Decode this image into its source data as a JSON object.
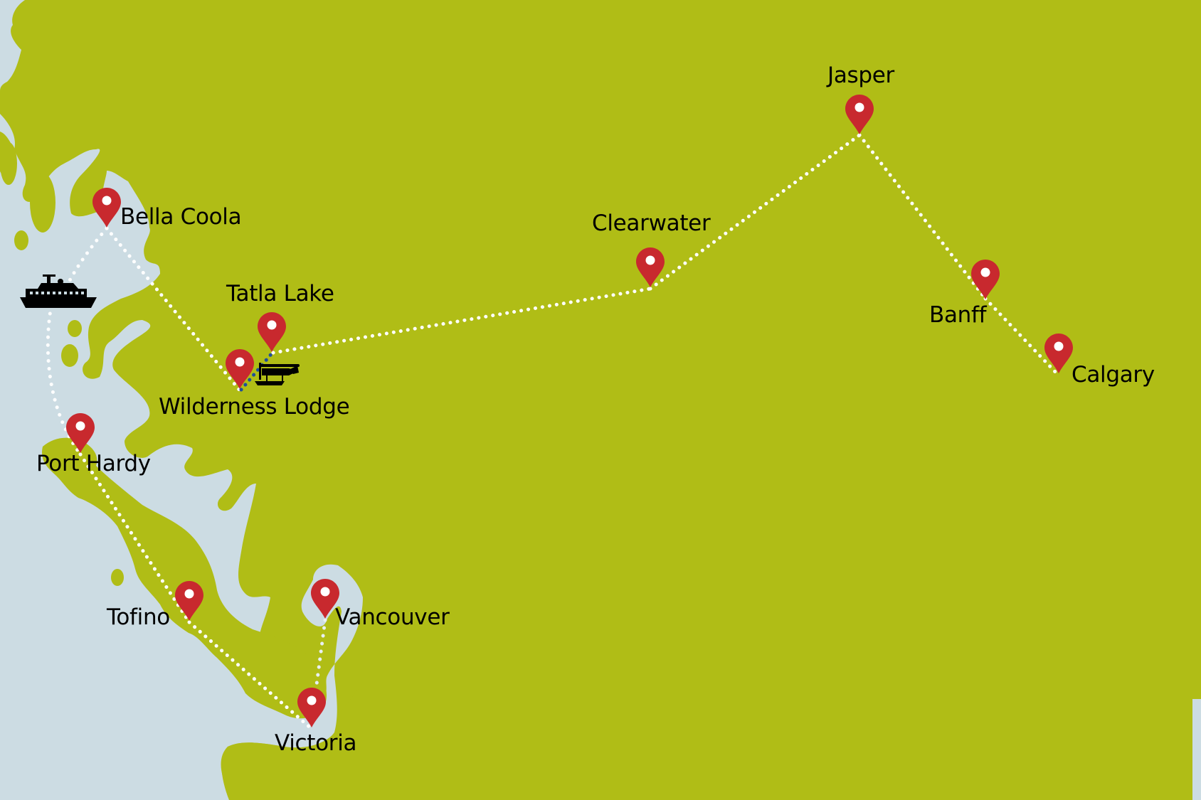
{
  "map": {
    "colors": {
      "land": "#B0BD16",
      "water": "#CCDCE3",
      "pin": "#C8292E",
      "route": "#FFFFFF",
      "flight_route": "#1F4E9A"
    },
    "locations": [
      {
        "id": "bella-coola",
        "label": "Bella Coola"
      },
      {
        "id": "tatla-lake",
        "label": "Tatla Lake"
      },
      {
        "id": "wilderness-lodge",
        "label": "Wilderness Lodge"
      },
      {
        "id": "port-hardy",
        "label": "Port Hardy"
      },
      {
        "id": "tofino",
        "label": "Tofino"
      },
      {
        "id": "vancouver",
        "label": "Vancouver"
      },
      {
        "id": "victoria",
        "label": "Victoria"
      },
      {
        "id": "clearwater",
        "label": "Clearwater"
      },
      {
        "id": "jasper",
        "label": "Jasper"
      },
      {
        "id": "banff",
        "label": "Banff"
      },
      {
        "id": "calgary",
        "label": "Calgary"
      }
    ],
    "icons": [
      {
        "id": "ferry",
        "name": "ship-icon"
      },
      {
        "id": "floatplane",
        "name": "seaplane-icon"
      }
    ],
    "routes": [
      {
        "from": "Vancouver",
        "to": "Victoria",
        "style": "dotted-light"
      },
      {
        "from": "Victoria",
        "to": "Tofino",
        "style": "dotted"
      },
      {
        "from": "Tofino",
        "to": "Port Hardy",
        "style": "dotted"
      },
      {
        "from": "Port Hardy",
        "to": "Bella Coola",
        "style": "dotted-ferry"
      },
      {
        "from": "Bella Coola",
        "to": "Wilderness Lodge",
        "style": "dotted"
      },
      {
        "from": "Wilderness Lodge",
        "to": "Tatla Lake",
        "style": "dotted-blue-flight"
      },
      {
        "from": "Tatla Lake",
        "to": "Clearwater",
        "style": "dotted"
      },
      {
        "from": "Clearwater",
        "to": "Jasper",
        "style": "dotted"
      },
      {
        "from": "Jasper",
        "to": "Banff",
        "style": "dotted"
      },
      {
        "from": "Banff",
        "to": "Calgary",
        "style": "dotted"
      }
    ]
  }
}
